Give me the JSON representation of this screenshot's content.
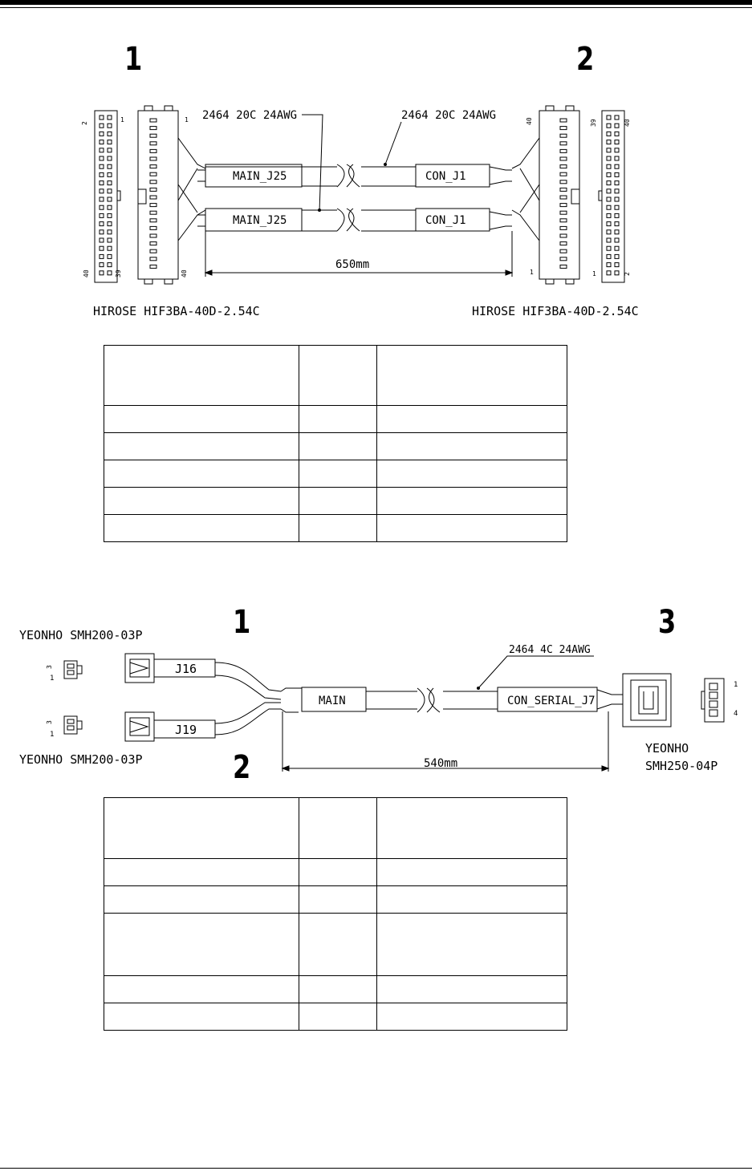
{
  "diagram1": {
    "end_labels": [
      "1",
      "2"
    ],
    "wire_spec_left": "2464 20C 24AWG",
    "wire_spec_right": "2464 20C 24AWG",
    "cable_labels_left": [
      "MAIN_J25",
      "MAIN_J25"
    ],
    "cable_labels_right": [
      "CON_J1",
      "CON_J1"
    ],
    "length": "650mm",
    "connector_left": "HIROSE HIF3BA-40D-2.54C",
    "connector_right": "HIROSE HIF3BA-40D-2.54C",
    "pin_left_top_a": "2",
    "pin_left_top_b": "1",
    "pin_left_bottom_a": "40",
    "pin_left_bottom_b": "39",
    "pin_mid_left_top": "1",
    "pin_mid_left_bottom": "40",
    "pin_mid_right_top": "40",
    "pin_mid_right_bottom": "1",
    "pin_right_top_a": "39",
    "pin_right_top_b": "40",
    "pin_right_bottom_a": "1",
    "pin_right_bottom_b": "2"
  },
  "diagram2": {
    "end_labels": [
      "1",
      "2",
      "3"
    ],
    "connector_top": "YEONHO SMH200-03P",
    "connector_bottom": "YEONHO SMH200-03P",
    "connector_right_line1": "YEONHO",
    "connector_right_line2": "SMH250-04P",
    "wire_spec": "2464 4C 24AWG",
    "branch_labels": [
      "J16",
      "J19"
    ],
    "main_label": "MAIN",
    "end_label": "CON_SERIAL_J7",
    "length": "540mm",
    "pin_small_3": "3",
    "pin_small_1": "1",
    "pin_right_1": "1",
    "pin_right_4": "4"
  },
  "colors": {
    "ink": "#000000",
    "background": "#ffffff"
  }
}
